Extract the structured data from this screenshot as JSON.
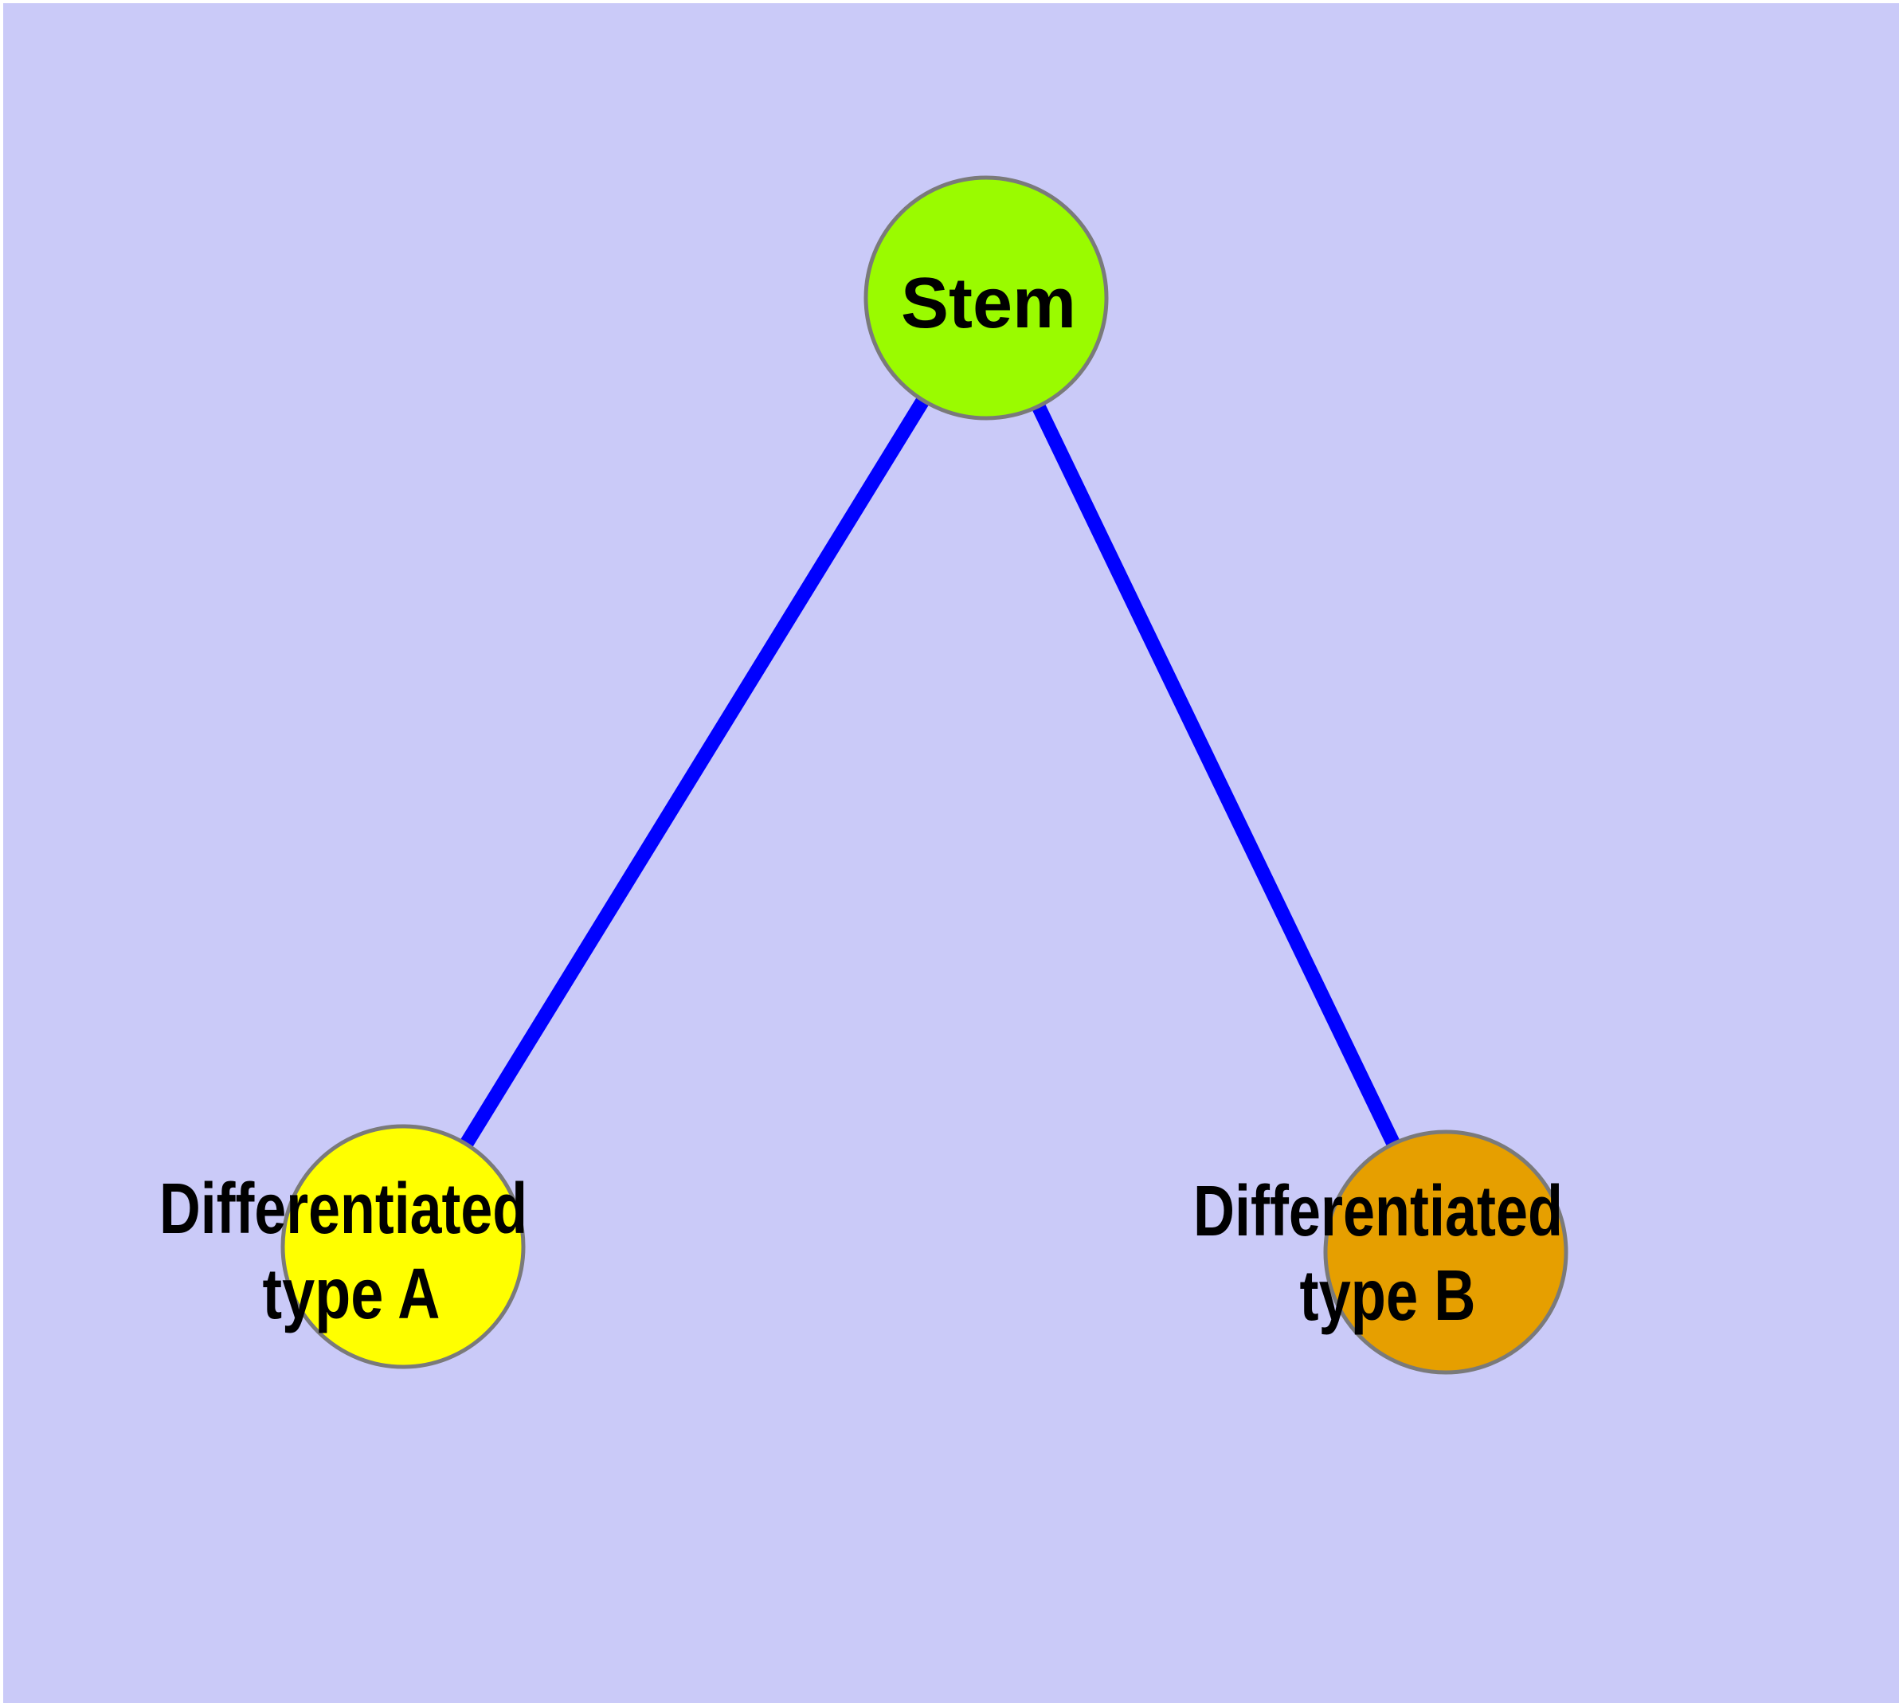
{
  "diagram": {
    "background_color": "#CACAF8",
    "outer_margin_color": "#FFFFFF",
    "node_border_color": "#7A7A7A",
    "label_color": "#000000",
    "nodes": {
      "stem": {
        "label": "Stem",
        "fill": "#9AFB00"
      },
      "type_a": {
        "label_line1": "Differentiated",
        "label_line2": "type A",
        "fill": "#FFFF00"
      },
      "type_b": {
        "label_line1": "Differentiated",
        "label_line2": "type B",
        "fill": "#E69F00"
      }
    },
    "edges": [
      {
        "from": "Stem",
        "to": "Differentiated type A",
        "color": "#0000FF"
      },
      {
        "from": "Stem",
        "to": "Differentiated type B",
        "color": "#0000FF"
      }
    ]
  }
}
